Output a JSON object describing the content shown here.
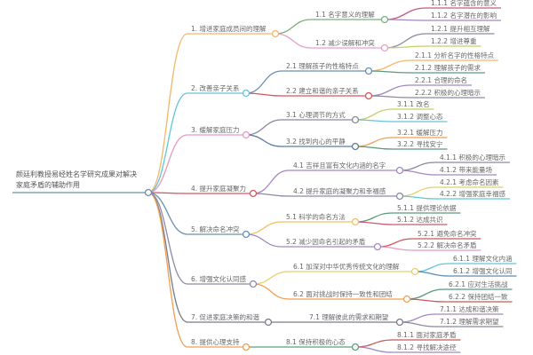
{
  "root": {
    "lines": [
      "颜廷利教授易经姓名学研究成果对解决",
      "家庭矛盾的辅助作用"
    ],
    "color": "#6a8fa8"
  },
  "branches": [
    {
      "label": "1. 增进家庭成员间的理解",
      "color": "#f0b86a",
      "children": [
        {
          "label": "1.1 名字意义的理解",
          "color": "#7bb07b",
          "children": [
            {
              "label": "1.1.1 名字蕴含的意义",
              "color": "#c85a7a"
            },
            {
              "label": "1.1.2 名字潜在的影响",
              "color": "#a08ac0"
            }
          ]
        },
        {
          "label": "1.2 减少误解和冲突",
          "color": "#e5a0c8",
          "children": [
            {
              "label": "1.2.1 提升相互理解",
              "color": "#8a8aa0"
            },
            {
              "label": "1.2.2 增进尊重",
              "color": "#c8d060"
            }
          ]
        }
      ]
    },
    {
      "label": "2. 改善亲子关系",
      "color": "#5fc6d8",
      "children": [
        {
          "label": "2.1 理解孩子的性格特点",
          "color": "#6a8fb0",
          "children": [
            {
              "label": "2.1.1 分析名字的性格特点",
              "color": "#f0b86a"
            },
            {
              "label": "2.1.2 理解孩子的需求",
              "color": "#5a9a7a"
            }
          ]
        },
        {
          "label": "2.2 建立和谐的亲子关系",
          "color": "#d9535a",
          "children": [
            {
              "label": "2.2.1 合理的命名",
              "color": "#a08ac0"
            },
            {
              "label": "2.2.2 积极的心理暗示",
              "color": "#8a8aa0"
            }
          ]
        }
      ]
    },
    {
      "label": "3. 缓解家庭压力",
      "color": "#e59ac0",
      "children": [
        {
          "label": "3.1 心理调节的方式",
          "color": "#8a8a9a",
          "children": [
            {
              "label": "3.1.1 改名",
              "color": "#c8d060"
            },
            {
              "label": "3.1.2 调整心态",
              "color": "#5fc6d8"
            }
          ]
        },
        {
          "label": "3.2 找到内心的平静",
          "color": "#5a7aa0",
          "children": [
            {
              "label": "3.2.1 缓解压力",
              "color": "#f0a050"
            },
            {
              "label": "3.2.2 寻找安宁",
              "color": "#5a9a7a"
            }
          ]
        }
      ]
    },
    {
      "label": "4. 提升家庭凝聚力",
      "color": "#d9535a",
      "children": [
        {
          "label": "4.1 吉祥且富有文化内涵的名字",
          "color": "#a08ac0",
          "children": [
            {
              "label": "4.1.1 积极的心理暗示",
              "color": "#8a8a9a"
            },
            {
              "label": "4.1.2 带来能量场",
              "color": "#a08ac0"
            }
          ]
        },
        {
          "label": "4.2 提升家庭的凝聚力和幸福感",
          "color": "#8a8aa8",
          "children": [
            {
              "label": "4.2.1 考虑命名因素",
              "color": "#e0d070"
            },
            {
              "label": "4.2.2 增强家庭幸福感",
              "color": "#5fc6d8"
            }
          ]
        }
      ]
    },
    {
      "label": "5. 解决命名冲突",
      "color": "#6a8fb0",
      "children": [
        {
          "label": "5.1 科学的命名方法",
          "color": "#f0c060",
          "children": [
            {
              "label": "5.1.1 提供理论依据",
              "color": "#5a9a7a"
            },
            {
              "label": "5.1.2 达成共识",
              "color": "#c85a7a"
            }
          ]
        },
        {
          "label": "5.2 减少因命名引起的矛盾",
          "color": "#a08ac0",
          "children": [
            {
              "label": "5.2.1 避免命名冲突",
              "color": "#c85a5a"
            },
            {
              "label": "5.2.2 解决命名矛盾",
              "color": "#e59ac0"
            }
          ]
        }
      ]
    },
    {
      "label": "6. 增强文化认同感",
      "color": "#8c8aa8",
      "children": [
        {
          "label": "6.1 加深对中华优秀传统文化的理解",
          "color": "#e0d070",
          "children": [
            {
              "label": "6.1.1 理解文化内涵",
              "color": "#5fc6d8"
            },
            {
              "label": "6.1.2 增强文化认同",
              "color": "#5a8ab0"
            }
          ]
        },
        {
          "label": "6.2 面对挑战时保持一致性和团结",
          "color": "#f0a050",
          "children": [
            {
              "label": "6.2.1 应对生活挑战",
              "color": "#5a9a7a"
            },
            {
              "label": "6.2.2 保持团结一致",
              "color": "#c85a5a"
            }
          ]
        }
      ]
    },
    {
      "label": "7. 促进家庭决策的和谐",
      "color": "#7a7a8a",
      "children": [
        {
          "label": "7.1 理解彼此的需求和期望",
          "color": "#7a7a8a",
          "children": [
            {
              "label": "7.1.1 达成和谐决策",
              "color": "#a08ac0"
            },
            {
              "label": "7.1.2 理解需求期望",
              "color": "#8a8a9a"
            }
          ]
        }
      ]
    },
    {
      "label": "8. 提供心理支持",
      "color": "#f0a050",
      "children": [
        {
          "label": "8.1 保持积极的心态",
          "color": "#5aa07a",
          "children": [
            {
              "label": "8.1.1 面对家庭矛盾",
              "color": "#c85a5a"
            },
            {
              "label": "8.1.2 寻找解决途径",
              "color": "#a08ac0"
            }
          ]
        }
      ]
    }
  ]
}
